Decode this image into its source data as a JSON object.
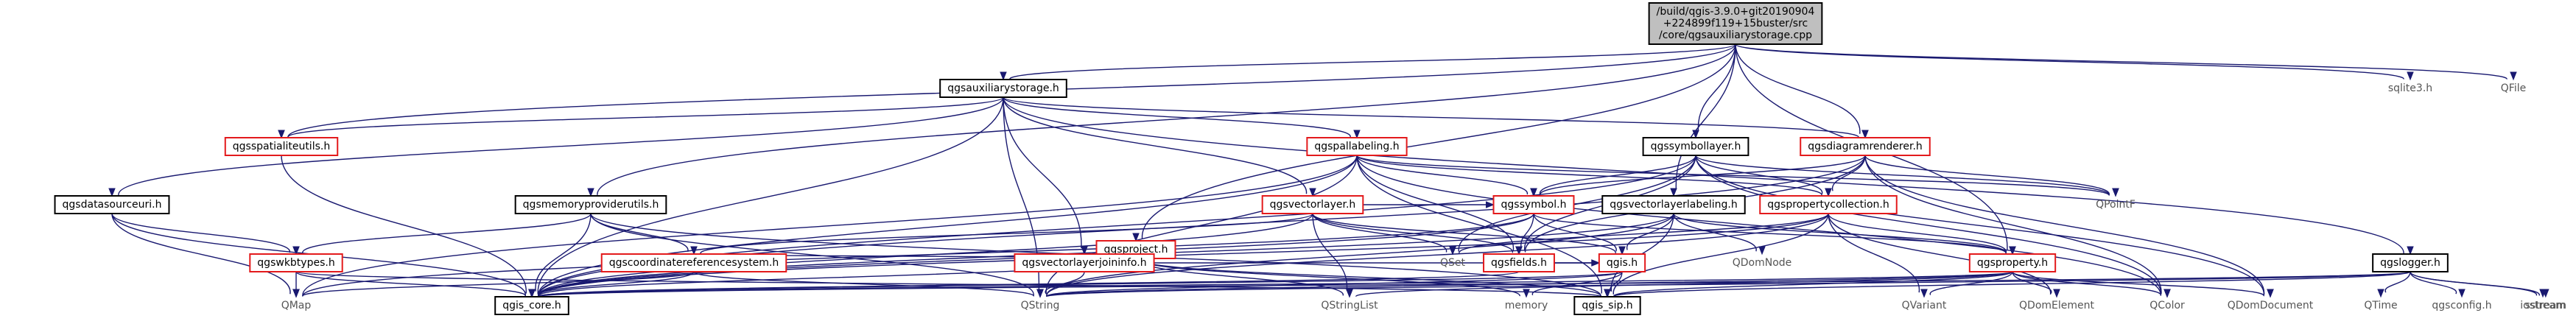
{
  "graph": {
    "root": "/build/qgis-3.9.0+git20190904+224899f119+15buster/src/core/qgsauxiliarystorage.cpp",
    "nodes": [
      {
        "id": "root",
        "lines": [
          "/build/qgis-3.9.0+git20190904",
          "+224899f119+15buster/src",
          "/core/qgsauxiliarystorage.cpp"
        ],
        "style": "root"
      },
      {
        "id": "aux",
        "lines": [
          "qgsauxiliarystorage.h"
        ],
        "style": "normal"
      },
      {
        "id": "spatialite",
        "lines": [
          "qgsspatialiteutils.h"
        ],
        "style": "highlight"
      },
      {
        "id": "project",
        "lines": [
          "qgsproject.h"
        ],
        "style": "highlight"
      },
      {
        "id": "memprov",
        "lines": [
          "qgsmemoryproviderutils.h"
        ],
        "style": "normal"
      },
      {
        "id": "symlayer",
        "lines": [
          "qgssymbollayer.h"
        ],
        "style": "normal"
      },
      {
        "id": "diagram",
        "lines": [
          "qgsdiagramrenderer.h"
        ],
        "style": "highlight"
      },
      {
        "id": "vllabel",
        "lines": [
          "qgsvectorlayerlabeling.h"
        ],
        "style": "normal"
      },
      {
        "id": "sqlite",
        "lines": [
          "sqlite3.h"
        ],
        "style": "external"
      },
      {
        "id": "qfile",
        "lines": [
          "QFile"
        ],
        "style": "external"
      },
      {
        "id": "logger",
        "lines": [
          "qgslogger.h"
        ],
        "style": "normal"
      },
      {
        "id": "dsuri",
        "lines": [
          "qgsdatasourceuri.h"
        ],
        "style": "normal"
      },
      {
        "id": "pallabel",
        "lines": [
          "qgspallabeling.h"
        ],
        "style": "highlight"
      },
      {
        "id": "vlayer",
        "lines": [
          "qgsvectorlayer.h"
        ],
        "style": "highlight"
      },
      {
        "id": "vljoin",
        "lines": [
          "qgsvectorlayerjoininfo.h"
        ],
        "style": "highlight"
      },
      {
        "id": "symbol",
        "lines": [
          "qgssymbol.h"
        ],
        "style": "highlight"
      },
      {
        "id": "propcoll",
        "lines": [
          "qgspropertycollection.h"
        ],
        "style": "highlight"
      },
      {
        "id": "wkbtypes",
        "lines": [
          "qgswkbtypes.h"
        ],
        "style": "highlight"
      },
      {
        "id": "crs",
        "lines": [
          "qgscoordinatereferencesystem.h"
        ],
        "style": "highlight"
      },
      {
        "id": "fields",
        "lines": [
          "qgsfields.h"
        ],
        "style": "highlight"
      },
      {
        "id": "qgish",
        "lines": [
          "qgis.h"
        ],
        "style": "highlight"
      },
      {
        "id": "property",
        "lines": [
          "qgsproperty.h"
        ],
        "style": "highlight"
      },
      {
        "id": "qpointf",
        "lines": [
          "QPointF"
        ],
        "style": "external"
      },
      {
        "id": "qset",
        "lines": [
          "QSet"
        ],
        "style": "external"
      },
      {
        "id": "qdomnode",
        "lines": [
          "QDomNode"
        ],
        "style": "external"
      },
      {
        "id": "qmap",
        "lines": [
          "QMap"
        ],
        "style": "external"
      },
      {
        "id": "qgiscore",
        "lines": [
          "qgis_core.h"
        ],
        "style": "normal"
      },
      {
        "id": "qstring",
        "lines": [
          "QString"
        ],
        "style": "external"
      },
      {
        "id": "qstringlist",
        "lines": [
          "QStringList"
        ],
        "style": "external"
      },
      {
        "id": "memory",
        "lines": [
          "memory"
        ],
        "style": "external"
      },
      {
        "id": "qgissip",
        "lines": [
          "qgis_sip.h"
        ],
        "style": "normal"
      },
      {
        "id": "qvariant",
        "lines": [
          "QVariant"
        ],
        "style": "external"
      },
      {
        "id": "qdomelement",
        "lines": [
          "QDomElement"
        ],
        "style": "external"
      },
      {
        "id": "qcolor",
        "lines": [
          "QColor"
        ],
        "style": "external"
      },
      {
        "id": "qdomdocument",
        "lines": [
          "QDomDocument"
        ],
        "style": "external"
      },
      {
        "id": "qtime",
        "lines": [
          "QTime"
        ],
        "style": "external"
      },
      {
        "id": "qgsconfig",
        "lines": [
          "qgsconfig.h"
        ],
        "style": "external"
      },
      {
        "id": "iostream",
        "lines": [
          "iostream"
        ],
        "style": "external"
      },
      {
        "id": "sstream",
        "lines": [
          "sstream"
        ],
        "style": "external"
      }
    ],
    "edges": [
      [
        "root",
        "aux"
      ],
      [
        "root",
        "spatialite"
      ],
      [
        "root",
        "project"
      ],
      [
        "root",
        "memprov"
      ],
      [
        "root",
        "symlayer"
      ],
      [
        "root",
        "diagram"
      ],
      [
        "root",
        "vllabel"
      ],
      [
        "root",
        "sqlite"
      ],
      [
        "root",
        "qfile"
      ],
      [
        "root",
        "property"
      ],
      [
        "aux",
        "spatialite"
      ],
      [
        "aux",
        "dsuri"
      ],
      [
        "aux",
        "pallabel"
      ],
      [
        "aux",
        "vlayer"
      ],
      [
        "aux",
        "vljoin"
      ],
      [
        "aux",
        "diagram"
      ],
      [
        "aux",
        "qgiscore"
      ],
      [
        "aux",
        "qstring"
      ],
      [
        "aux",
        "logger"
      ],
      [
        "spatialite",
        "qgiscore"
      ],
      [
        "memprov",
        "qgiscore"
      ],
      [
        "memprov",
        "wkbtypes"
      ],
      [
        "memprov",
        "crs"
      ],
      [
        "memprov",
        "qstring"
      ],
      [
        "memprov",
        "qgissip"
      ],
      [
        "dsuri",
        "qgiscore"
      ],
      [
        "dsuri",
        "wkbtypes"
      ],
      [
        "dsuri",
        "qmap"
      ],
      [
        "pallabel",
        "symbol"
      ],
      [
        "pallabel",
        "fields"
      ],
      [
        "pallabel",
        "propcoll"
      ],
      [
        "pallabel",
        "qgiscore"
      ],
      [
        "pallabel",
        "qmap"
      ],
      [
        "pallabel",
        "qstring"
      ],
      [
        "pallabel",
        "qgissip"
      ],
      [
        "pallabel",
        "qpointf"
      ],
      [
        "pallabel",
        "qcolor"
      ],
      [
        "vlayer",
        "symbol"
      ],
      [
        "vlayer",
        "fields"
      ],
      [
        "vlayer",
        "crs"
      ],
      [
        "vlayer",
        "qgiscore"
      ],
      [
        "vlayer",
        "qset"
      ],
      [
        "vlayer",
        "qstringlist"
      ],
      [
        "vlayer",
        "qgish"
      ],
      [
        "vljoin",
        "qgish"
      ],
      [
        "vljoin",
        "qstring"
      ],
      [
        "project",
        "crs"
      ],
      [
        "project",
        "qgiscore"
      ],
      [
        "project",
        "qstringlist"
      ],
      [
        "project",
        "memory"
      ],
      [
        "project",
        "qgissip"
      ],
      [
        "symlayer",
        "symbol"
      ],
      [
        "symlayer",
        "fields"
      ],
      [
        "symlayer",
        "propcoll"
      ],
      [
        "symlayer",
        "qset"
      ],
      [
        "symlayer",
        "qgiscore"
      ],
      [
        "symlayer",
        "qpointf"
      ],
      [
        "symlayer",
        "qcolor"
      ],
      [
        "symlayer",
        "qdomdocument"
      ],
      [
        "diagram",
        "fields"
      ],
      [
        "diagram",
        "propcoll"
      ],
      [
        "diagram",
        "qgiscore"
      ],
      [
        "diagram",
        "qpointf"
      ],
      [
        "diagram",
        "qcolor"
      ],
      [
        "diagram",
        "qdomdocument"
      ],
      [
        "diagram",
        "symbol"
      ],
      [
        "vllabel",
        "qdomnode"
      ],
      [
        "vllabel",
        "qgish"
      ],
      [
        "vllabel",
        "qgiscore"
      ],
      [
        "vllabel",
        "qstring"
      ],
      [
        "vllabel",
        "qgissip"
      ],
      [
        "vllabel",
        "property"
      ],
      [
        "symbol",
        "qgish"
      ],
      [
        "symbol",
        "fields"
      ],
      [
        "symbol",
        "property"
      ],
      [
        "symbol",
        "qgiscore"
      ],
      [
        "symbol",
        "qmap"
      ],
      [
        "propcoll",
        "property"
      ],
      [
        "propcoll",
        "qgiscore"
      ],
      [
        "propcoll",
        "qset"
      ],
      [
        "propcoll",
        "qstring"
      ],
      [
        "propcoll",
        "qvariant"
      ],
      [
        "propcoll",
        "qgissip"
      ],
      [
        "propcoll",
        "qdomelement"
      ],
      [
        "wkbtypes",
        "qgiscore"
      ],
      [
        "wkbtypes",
        "qmap"
      ],
      [
        "wkbtypes",
        "qgissip"
      ],
      [
        "crs",
        "qgiscore"
      ],
      [
        "crs",
        "qstring"
      ],
      [
        "crs",
        "qmap"
      ],
      [
        "fields",
        "qgiscore"
      ],
      [
        "fields",
        "qgish"
      ],
      [
        "qgish",
        "qgiscore"
      ],
      [
        "qgish",
        "qgissip"
      ],
      [
        "qgish",
        "memory"
      ],
      [
        "qgish",
        "qstring"
      ],
      [
        "property",
        "qgiscore"
      ],
      [
        "property",
        "qgissip"
      ],
      [
        "property",
        "qstring"
      ],
      [
        "property",
        "qvariant"
      ],
      [
        "property",
        "qstringlist"
      ],
      [
        "property",
        "qcolor"
      ],
      [
        "property",
        "qdomelement"
      ],
      [
        "property",
        "qdomdocument"
      ],
      [
        "logger",
        "qgiscore"
      ],
      [
        "logger",
        "qgissip"
      ],
      [
        "logger",
        "qtime"
      ],
      [
        "logger",
        "qgsconfig"
      ],
      [
        "logger",
        "iostream"
      ],
      [
        "logger",
        "sstream"
      ],
      [
        "logger",
        "qstring"
      ]
    ]
  }
}
